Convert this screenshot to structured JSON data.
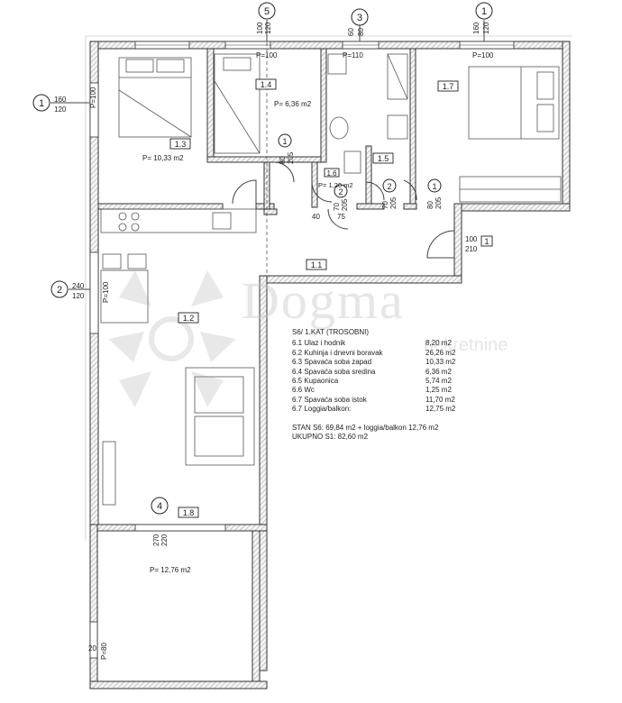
{
  "grid_labels": {
    "axis_1_top": "1",
    "axis_3_top": "3",
    "axis_5_top": "5",
    "axis_1_left": "1",
    "axis_2_left": "2",
    "axis_4_bottom": "4",
    "door_1_a": "1",
    "door_1_b": "1",
    "door_2_a": "2",
    "door_2_b": "2",
    "door_1_entry": "1"
  },
  "rooms": {
    "r13": "1.3",
    "r14": "1.4",
    "r15": "1.5",
    "r16": "1.6",
    "r17": "1.7",
    "r11": "1.1",
    "r12": "1.2",
    "r18": "1.8"
  },
  "areas": {
    "a13": "P= 10,33 m2",
    "a14": "P= 6,36 m2",
    "a16": "P= 1,20 m2",
    "a18": "P= 12,76 m2"
  },
  "openings": {
    "w14": "P=100",
    "w15": "P=110",
    "w17": "P=100",
    "w13_side": "P=100",
    "w12_side": "P=100",
    "w18_side": "P=80"
  },
  "dims": {
    "top_5a": "100",
    "top_5b": "120",
    "top_3a": "60",
    "top_3b": "80",
    "top_1a": "160",
    "top_1b": "120",
    "left_1a": "160",
    "left_1b": "120",
    "left_2a": "240",
    "left_2b": "120",
    "door_14a": "80",
    "door_14b": "205",
    "door_16a": "70",
    "door_16b": "205",
    "door_15a": "70",
    "door_15b": "205",
    "door_17a": "80",
    "door_17b": "205",
    "dim_40": "40",
    "dim_75": "75",
    "entry_a": "100",
    "entry_b": "210",
    "bottom_a": "270",
    "bottom_b": "220",
    "corner_20": "20"
  },
  "table": {
    "title": "S6/ 1.KAT (TROSOBNI)",
    "rows": [
      {
        "label": "6.1 Ulaz i hodnik",
        "value": "8,20 m2"
      },
      {
        "label": "6.2 Kuhinja i dnevni boravak",
        "value": "26,26 m2"
      },
      {
        "label": "6.3 Spavaća soba zapad",
        "value": "10,33  m2"
      },
      {
        "label": "6.4 Spavaća soba sredina",
        "value": "6,36 m2"
      },
      {
        "label": "6.5 Kupaonica",
        "value": "5,74 m2"
      },
      {
        "label": "6.6 Wc",
        "value": "1,25 m2"
      },
      {
        "label": "6.7 Spavaća soba istok",
        "value": "11,70 m2"
      },
      {
        "label": "6.7 Loggia/balkon:",
        "value": "12,75 m2"
      }
    ],
    "total_1": "STAN S6: 69,84 m2 + loggia/balkon 12,76 m2",
    "total_2": "UKUPNO S1: 82,60 m2"
  },
  "watermark": {
    "logo": "Dogma",
    "sub": "nekretnine"
  }
}
